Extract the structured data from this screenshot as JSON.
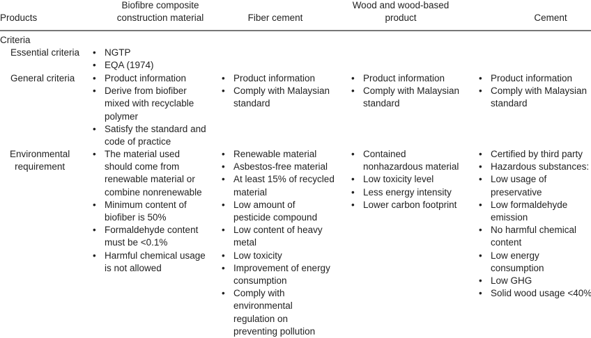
{
  "header": {
    "products": "Products",
    "col1": "Biofibre composite\nconstruction material",
    "col2": "Fiber cement",
    "col3": "Wood and wood-based\nproduct",
    "col4": "Cement"
  },
  "criteria_label": "Criteria",
  "rows": [
    {
      "label": "Essential criteria",
      "cells": [
        [
          "NGTP",
          "EQA (1974)"
        ],
        [],
        [],
        []
      ]
    },
    {
      "label": "General criteria",
      "cells": [
        [
          "Product information",
          "Derive from biofiber\nmixed with recyclable\npolymer",
          "Satisfy the standard and\ncode of practice"
        ],
        [
          "Product information",
          "Comply with Malaysian\nstandard"
        ],
        [
          "Product information",
          "Comply with Malaysian\nstandard"
        ],
        [
          "Product information",
          "Comply with Malaysian\nstandard"
        ]
      ]
    },
    {
      "label": "Environmental\nrequirement",
      "cells": [
        [
          "The material used\nshould come from\nrenewable material or\ncombine nonrenewable",
          "Minimum content of\nbiofiber is 50%",
          "Formaldehyde content\nmust be <0.1%",
          "Harmful chemical usage\nis not allowed"
        ],
        [
          "Renewable material",
          "Asbestos-free material",
          "At least 15% of recycled\nmaterial",
          "Low amount of\npesticide compound",
          "Low content of heavy\nmetal",
          "Low toxicity",
          "Improvement of energy\nconsumption",
          "Comply with\nenvironmental\nregulation on\npreventing pollution"
        ],
        [
          "Contained\nnonhazardous material",
          "Low toxicity level",
          "Less energy intensity",
          "Lower carbon footprint"
        ],
        [
          "Certified by third party",
          "Hazardous substances:",
          "Low usage of\npreservative",
          "Low formaldehyde\nemission",
          "No harmful chemical\ncontent",
          "Low energy\nconsumption",
          "Low GHG",
          "Solid wood usage <40%"
        ]
      ]
    }
  ]
}
